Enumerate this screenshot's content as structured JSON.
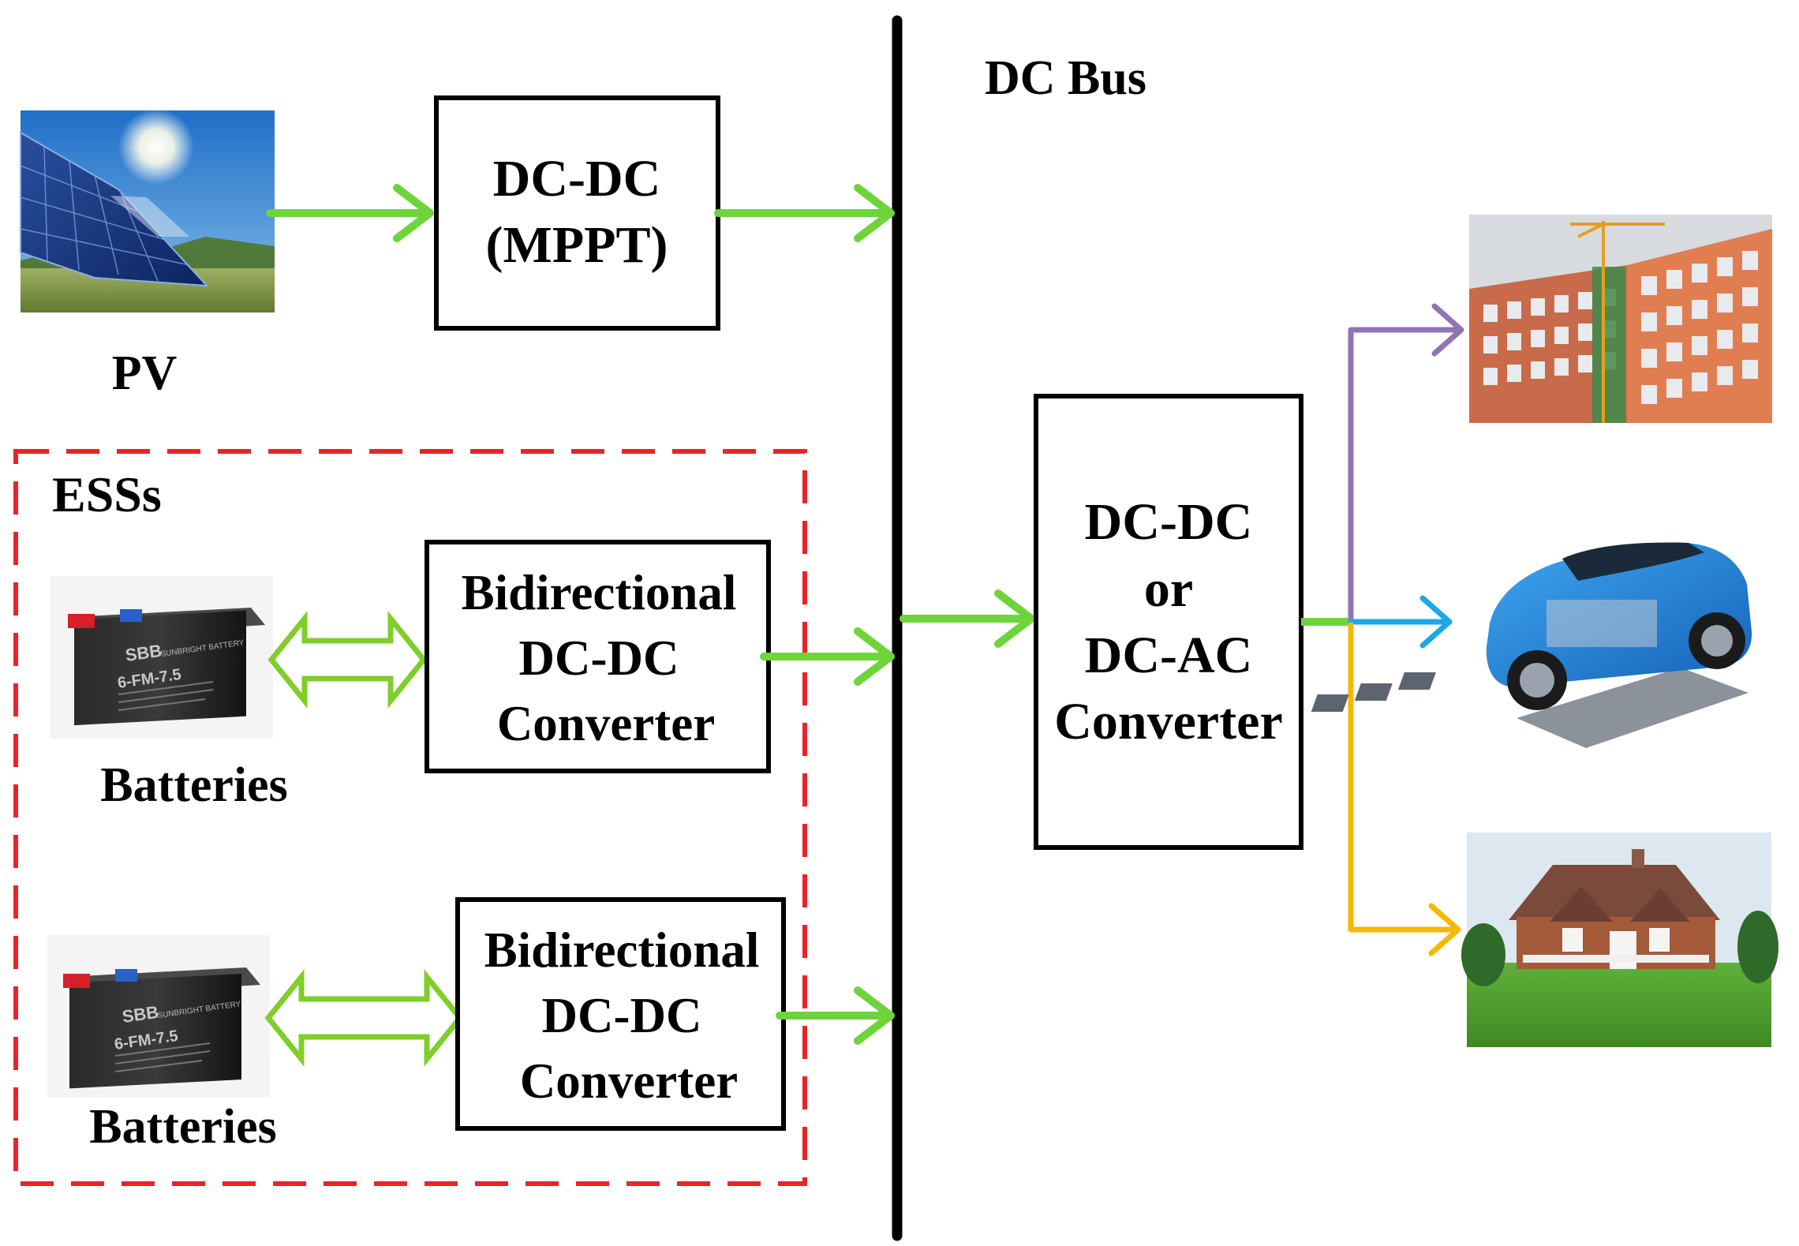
{
  "labels": {
    "dc_bus": "DC Bus",
    "pv": "PV",
    "ess_group": "ESSs",
    "batteries_1": "Batteries",
    "batteries_2": "Batteries",
    "battery_brand": "SBB",
    "battery_brand_sub": "SUNBRIGHT BATTERY",
    "battery_model": "6-FM-7.5"
  },
  "boxes": {
    "mppt": [
      "DC-DC",
      "(MPPT)"
    ],
    "bidi_1": [
      "Bidirectional",
      "DC-DC",
      "Converter"
    ],
    "bidi_2": [
      "Bidirectional",
      "DC-DC",
      "Converter"
    ],
    "load_conv": [
      "DC-DC",
      "or",
      "DC-AC",
      "Converter"
    ]
  },
  "colors": {
    "flow_arrow": "#6fd43c",
    "bidirectional_arrow": "#7fce2a",
    "ess_border": "#e8242a",
    "bus": "#000000",
    "building_line": "#9074b4",
    "vehicle_line": "#1aa8e8",
    "house_line": "#f5b800"
  },
  "images": {
    "pv": "solar-panel-photo",
    "battery": "battery-photo",
    "building": "apartment-building-photo",
    "vehicle": "electric-car-photo",
    "house": "house-photo"
  }
}
